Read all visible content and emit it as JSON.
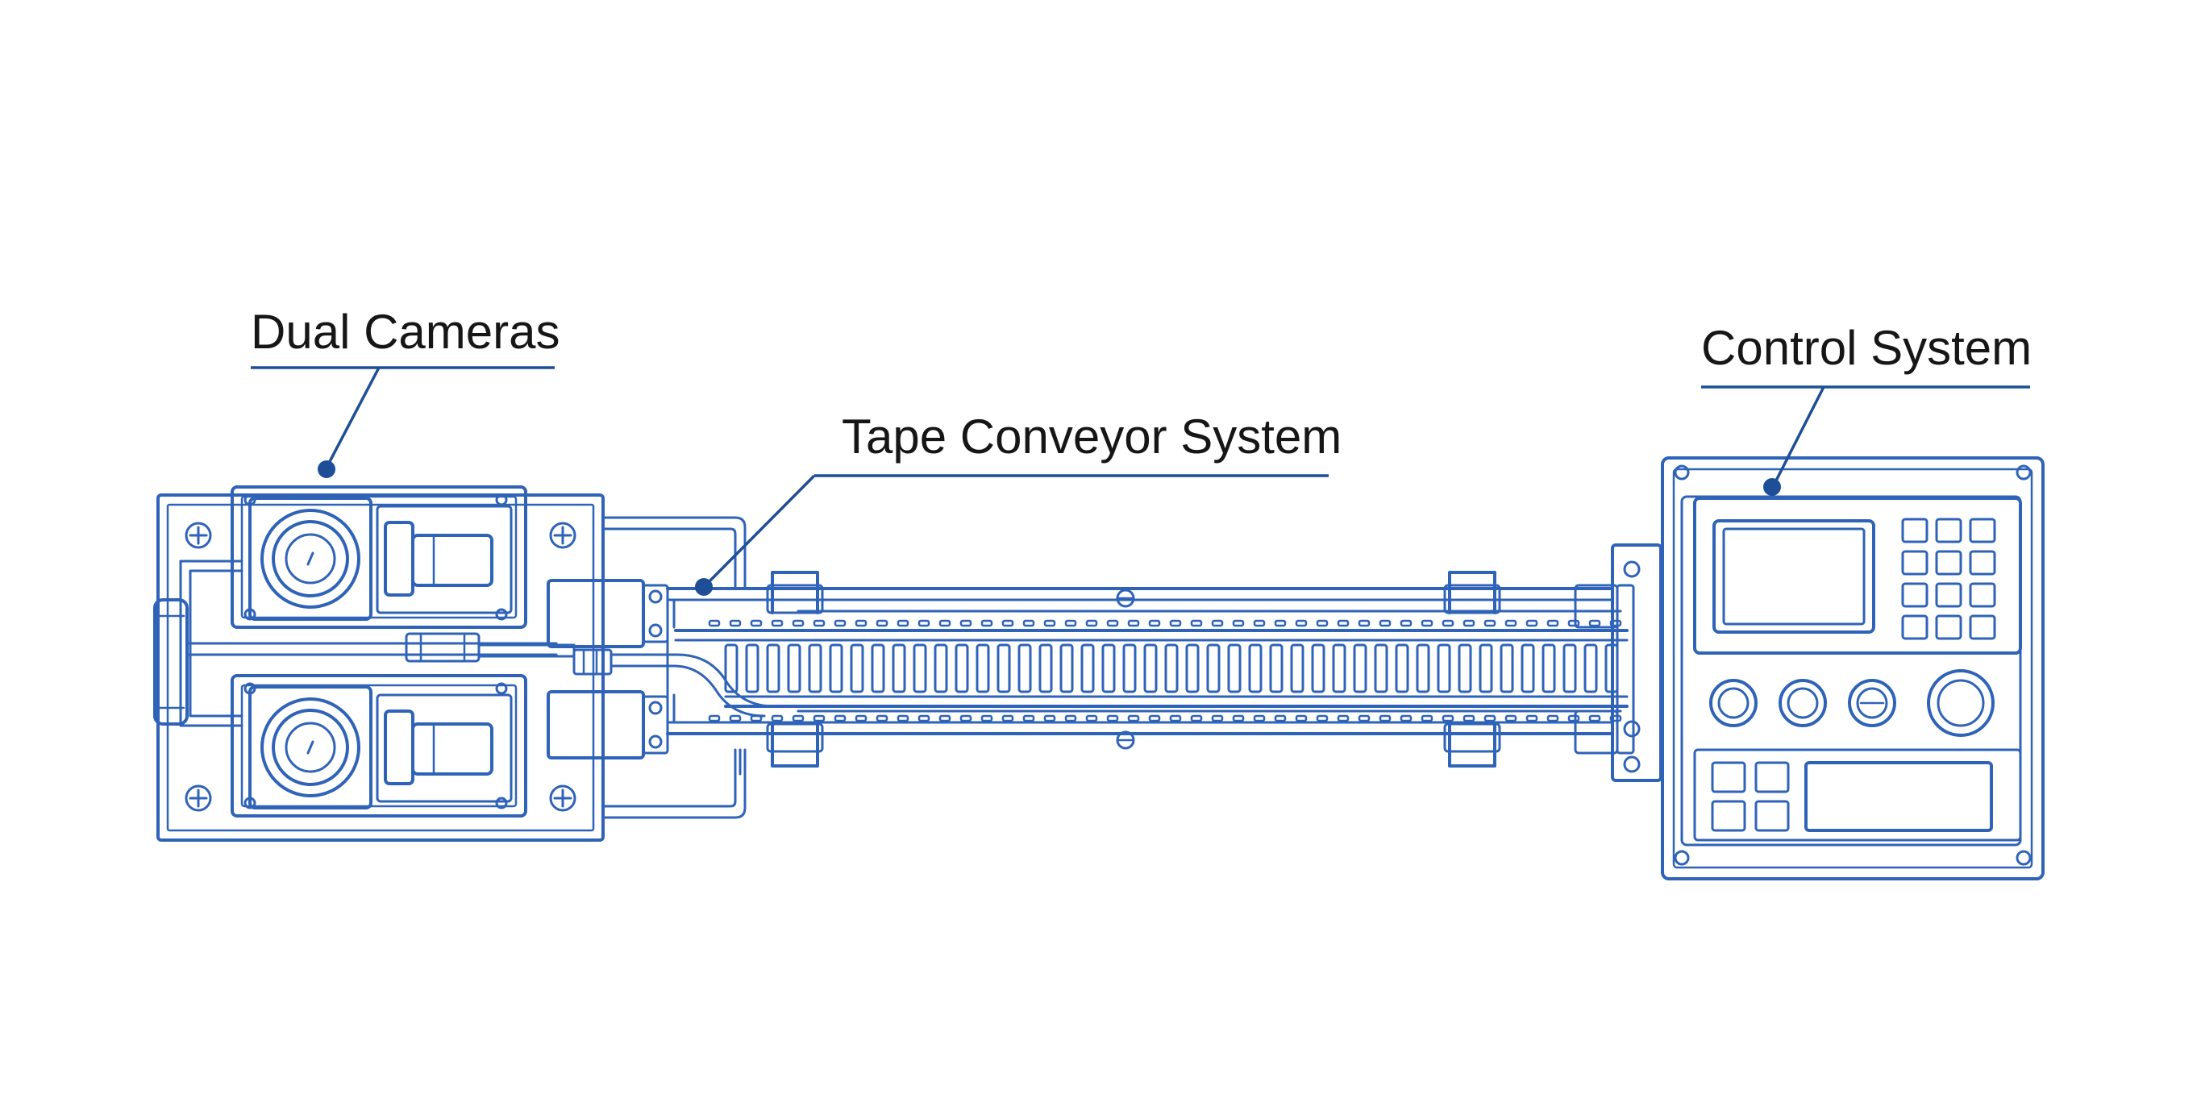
{
  "labels": {
    "dual_cameras": "Dual Cameras",
    "tape_conveyor": "Tape Conveyor System",
    "control_system": "Control System"
  },
  "colors": {
    "line": "#2f63b8",
    "line_dark": "#1d4e96",
    "leader": "#1d4e96",
    "text": "#161616",
    "background": "#ffffff"
  }
}
